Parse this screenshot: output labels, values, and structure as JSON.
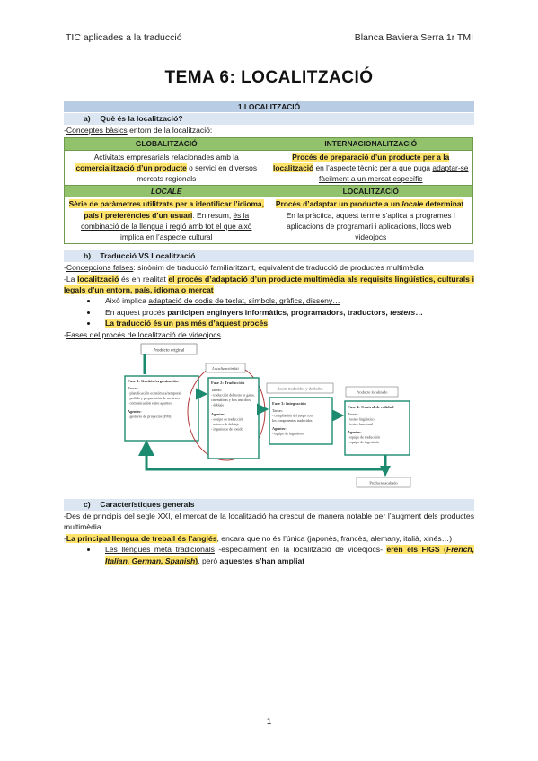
{
  "header": {
    "left": "TIC aplicades a la traducció",
    "right": "Blanca Baviera Serra 1r TMI"
  },
  "title": "TEMA 6: LOCALITZACIÓ",
  "section1": {
    "label": "1.LOCALITZACIÓ"
  },
  "sub_a": {
    "num": "a)",
    "label": "Què és la localització?"
  },
  "conceptes": {
    "prefix": "-",
    "u": "Conceptes bàsics",
    "rest": " entorn de la localització:"
  },
  "table": {
    "h1": "GLOBALITZACIÓ",
    "h2": "INTERNACIONALITZACIÓ",
    "c1_pre": "Activitats empresarials relacionades amb la ",
    "c1_hl": "comercialització d’un producte",
    "c1_post": " o servici en diversos mercats regionals",
    "c2_hl": "Procés de preparació d’un producte per a la localització",
    "c2_mid": " en l’aspecte tècnic per a que puga ",
    "c2_u": "adaptar-se fàcilment a un mercat específic",
    "h3": "LOCALE",
    "h4": "LOCALITZACIÓ",
    "c3_hl": "Sèrie de paràmetres utilitzats per a identificar l’idioma, país i preferències d’un usuari",
    "c3_mid": ". En resum, ",
    "c3_u": "és la combinació de la llengua i regió amb tot el que això implica en l’aspecte cultural",
    "c4_hl1": "Procés d’adaptar un producte a un ",
    "c4_hl_i": "locale",
    "c4_hl2": " determinat",
    "c4_post": ". En la pràctica, aquest terme s’aplica a programes i aplicacions de programari i aplicacions, llocs web i videojocs"
  },
  "sub_b": {
    "num": "b)",
    "label": "Traducció VS Localització"
  },
  "falses": {
    "prefix": "-",
    "u": "Concepcions falses",
    "rest": ": sinònim de traducció familiaritzant, equivalent de traducció de productes multimèdia"
  },
  "la_loc": {
    "pre": "-La ",
    "hl1": "localització",
    "mid": " és en realitat ",
    "hl2": "el procés d’adaptació d’un producte multimèdia als requisits lingüístics, culturals i legals d’un entorn, país, idioma o mercat"
  },
  "bullets_b": {
    "b1_pre": "Això implica ",
    "b1_u": "adaptació de codis de teclat, símbols, gràfics, disseny…",
    "b2_pre": "En aquest procés ",
    "b2_b": "participen enginyers informàtics, programadors, traductors, ",
    "b2_bi": "testers",
    "b2_b2": "…",
    "b3_hl": "La traducció és un pas més d’aquest procés"
  },
  "fases": {
    "prefix": "-",
    "u": "Fases del procés de localització de videojocs"
  },
  "diagram": {
    "producto_original": "Producto original",
    "localizacion": "Localización kit",
    "fase1_title": "Fase 1: Gestión/organización",
    "fase1_tareas": "Tareas:",
    "fase1_l1": "- planificación económica/temporal",
    "fase1_l2": "- pedido y preparación de archivos",
    "fase1_l3": "- comunicación entre agentes",
    "fase1_agentes": "Agentes:",
    "fase1_a1": "- gestores de proyectos (PM)",
    "fase2_title": "Fase 2: Traducción",
    "fase2_tareas": "Tareas:",
    "fase2_l1": "- traducción del texto in game,",
    "fase2_l2": "cinemáticas y box and docs",
    "fase2_l3": "- doblaje",
    "fase2_agentes": "Agentes:",
    "fase2_a1": "- equipo de traducción",
    "fase2_a2": "- actores de doblaje",
    "fase2_a3": "- ingenieros de sonido",
    "assets": "Assets traducidos y doblados",
    "fase3_title": "Fase 3: Integración",
    "fase3_tareas": "Tareas:",
    "fase3_l1": "- compilación del juego con",
    "fase3_l2": "los componentes traducidos",
    "fase3_agentes": "Agentes:",
    "fase3_a1": "- equipo de ingenieros",
    "producto_localizado": "Producto localizado",
    "fase4_title": "Fase 4: Control de calidad",
    "fase4_tareas": "Tareas:",
    "fase4_l1": "- testeo lingüístico",
    "fase4_l2": "- testeo funcional",
    "fase4_agentes": "Agentes:",
    "fase4_a1": "- equipo de traducción",
    "fase4_a2": "- equipo de ingeniería",
    "producto_acabado": "Producto acabado"
  },
  "sub_c": {
    "num": "c)",
    "label": "Característiques generals"
  },
  "des": {
    "text": "-Des de principis del segle XXI, el mercat de la localització ha crescut de manera notable per l’augment dels productes multimèdia"
  },
  "llengua": {
    "pre": "-",
    "hl": "La principal llengua de treball és l’anglés",
    "post": ", encara que no és l’única (japonès, francès, alemany, italià, xinés…)"
  },
  "bullets_c": {
    "b1_u": "Les llengües meta tradicionals",
    "b1_mid": " -especialment en la localització de videojocs- ",
    "b1_hl1": "eren els FIGS (",
    "b1_hl_i": "French, Italian, German, Spanish",
    "b1_hl2": ")",
    "b1_post": ", però ",
    "b1_b": "aquestes s’han ampliat"
  },
  "page_number": "1"
}
